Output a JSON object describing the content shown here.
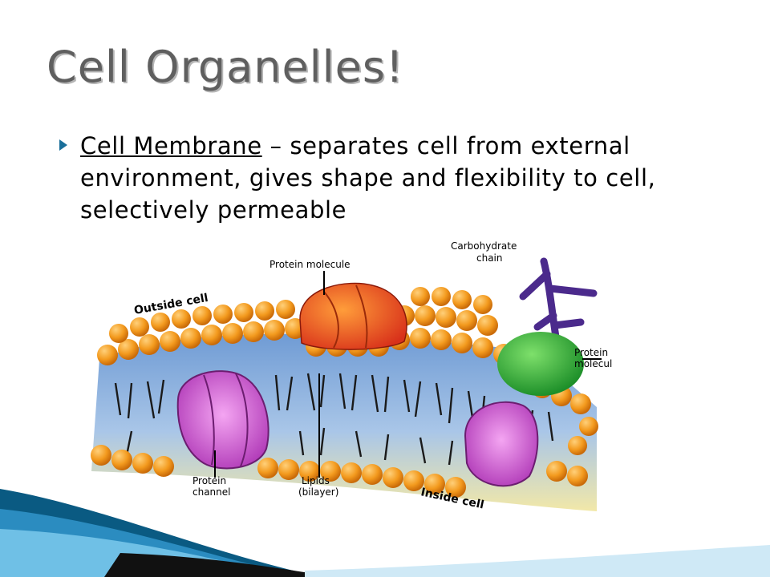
{
  "slide": {
    "title": "Cell Organelles!",
    "bullet": {
      "term": "Cell Membrane",
      "separator": " – ",
      "description": "separates cell from external environment, gives shape and flexibility to cell, selectively permeable"
    }
  },
  "figure": {
    "labels": {
      "protein_molecule_top": "Protein molecule",
      "carbohydrate_line1": "Carbohydrate",
      "carbohydrate_line2": "chain",
      "outside_cell": "Outside cell",
      "protein_molecule_right_line1": "Protein",
      "protein_molecule_right_line2": "molecule",
      "protein_channel_line1": "Protein",
      "protein_channel_line2": "channel",
      "lipids_line1": "Lipids",
      "lipids_line2": "(bilayer)",
      "inside_cell": "Inside cell"
    },
    "colors": {
      "lipid_head": "#f39a1e",
      "lipid_head_highlight": "#ffd07a",
      "protein_top": "#e8501a",
      "protein_green": "#2fae2f",
      "protein_channel": "#c44fc8",
      "carbohydrate": "#4b2a8c",
      "bilayer_fill": "#9cb8de"
    }
  },
  "theme": {
    "accent": "#1a6f9a",
    "wave_dark": "#0a5a82",
    "wave_light": "#48a9d8"
  }
}
